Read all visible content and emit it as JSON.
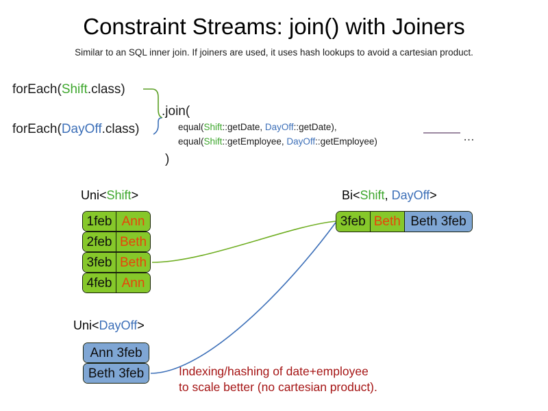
{
  "header": {
    "title": "Constraint Streams: join() with Joiners",
    "subtitle": "Similar to an SQL inner join. If joiners are used, it uses hash lookups to avoid a cartesian product."
  },
  "code": {
    "foreach_shift": {
      "prefix": "forEach(",
      "class": "Shift",
      "suffix": ".class)"
    },
    "foreach_dayoff": {
      "prefix": "forEach(",
      "class": "DayOff",
      "suffix": ".class)"
    },
    "join_open": ".join(",
    "joiner_1": {
      "prefix": "equal(",
      "left_class": "Shift",
      "left_method": "::getDate, ",
      "right_class": "DayOff",
      "right_method": "::getDate),"
    },
    "joiner_2": {
      "prefix": "equal(",
      "left_class": "Shift",
      "left_method": "::getEmployee, ",
      "right_class": "DayOff",
      "right_method": "::getEmployee)"
    },
    "join_close": ")",
    "ellipsis": "…"
  },
  "streams": {
    "uni_shift": {
      "label_prefix": "Uni<",
      "label_class": "Shift",
      "label_suffix": ">",
      "rows": [
        {
          "date": "1feb",
          "employee": "Ann"
        },
        {
          "date": "2feb",
          "employee": "Beth"
        },
        {
          "date": "3feb",
          "employee": "Beth"
        },
        {
          "date": "4feb",
          "employee": "Ann"
        }
      ]
    },
    "uni_dayoff": {
      "label_prefix": "Uni<",
      "label_class": "DayOff",
      "label_suffix": ">",
      "rows": [
        {
          "text": "Ann 3feb"
        },
        {
          "text": "Beth 3feb"
        }
      ]
    },
    "bi_joined": {
      "label_prefix": "Bi<",
      "label_class_a": "Shift",
      "label_separator": ", ",
      "label_class_b": "DayOff",
      "label_suffix": ">",
      "row": {
        "shift_date": "3feb",
        "shift_employee": "Beth",
        "dayoff_text": "Beth 3feb"
      }
    }
  },
  "annotation": {
    "line1": "Indexing/hashing of date+employee",
    "line2": "to scale better (no cartesian product)."
  },
  "colors": {
    "shift_green": "#3ea72d",
    "dayoff_blue": "#3c6fb8",
    "box_green": "#86c82a",
    "box_blue": "#7fa6d4",
    "employee_orange": "#e8430a",
    "annotation_red": "#a51414",
    "connector_green": "#5a9e23",
    "connector_blue": "#3c6fb8",
    "rule_purple": "#7a6080"
  }
}
